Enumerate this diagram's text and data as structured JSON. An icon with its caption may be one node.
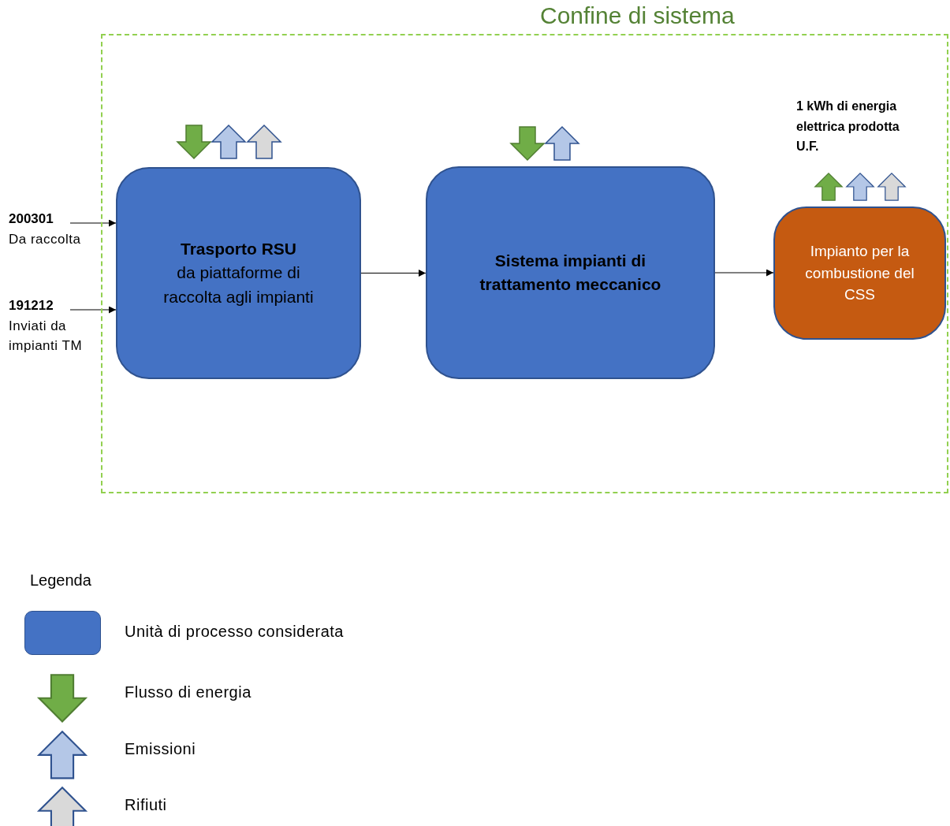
{
  "diagram": {
    "nodes": [
      {
        "text": [
          "Confine di sistema"
        ]
      },
      {
        "text": [
          "200301",
          "Da raccolta"
        ]
      },
      {
        "text": [
          "191212",
          "Inviati da impianti TM"
        ]
      },
      {
        "text": [
          "Trasporto RSU",
          "da piattaforme di raccolta agli impianti"
        ],
        "in": 0
      },
      {
        "text": [
          "Sistema impianti di trattamento meccanico"
        ],
        "in": 0
      },
      {
        "text": [
          "Impianto per la combustione del CSS"
        ],
        "in": 0
      }
    ],
    "edges": [
      {
        "from": 1,
        "to": 3,
        "arrow": "to"
      },
      {
        "from": 2,
        "to": 3,
        "arrow": "to"
      },
      {
        "from": 3,
        "to": 4,
        "arrow": "to"
      },
      {
        "from": 4,
        "to": 5,
        "arrow": "to"
      }
    ],
    "labels": [
      "1 kWh di energia elettrica prodotta U.F.",
      "Legenda"
    ],
    "legend": [
      {
        "text": "Unità di processo considerata",
        "color": "#4472c4"
      },
      {
        "text": "Flusso di energia"
      },
      {
        "text": "Emissioni"
      },
      {
        "text": "Rifiuti"
      }
    ]
  }
}
